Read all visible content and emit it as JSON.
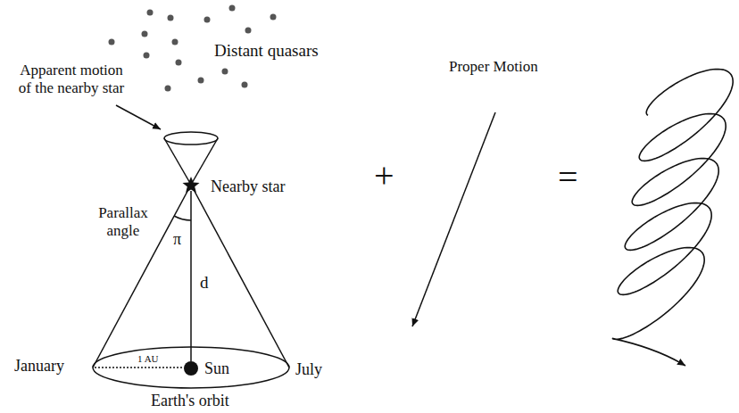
{
  "diagram": {
    "labels": [
      "Distant quasars",
      "Apparent motion of the nearby star",
      "Nearby star",
      "Parallax angle",
      "π",
      "d",
      "January",
      "1 AU",
      "Sun",
      "July",
      "Earth's orbit",
      "+",
      "Proper Motion",
      "="
    ]
  }
}
